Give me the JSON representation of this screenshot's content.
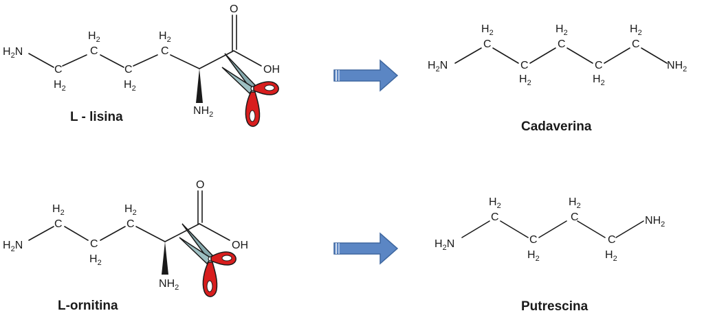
{
  "atoms": {
    "H": "H",
    "two": "2",
    "N": "N",
    "C": "C",
    "O": "O",
    "OH": "OH"
  },
  "labels": {
    "lisina": "L - lisina",
    "cadaverina": "Cadaverina",
    "ornitina": "L-ornitina",
    "putrescina": "Putrescina"
  },
  "icons": {
    "arrow": "block-arrow-right-icon",
    "scissors": "scissors-icon"
  },
  "colors": {
    "arrow": "#5b86c4",
    "arrow_dark": "#3e679f",
    "scissors_handle": "#d81e1e",
    "scissors_blade": "#86a9ad"
  }
}
